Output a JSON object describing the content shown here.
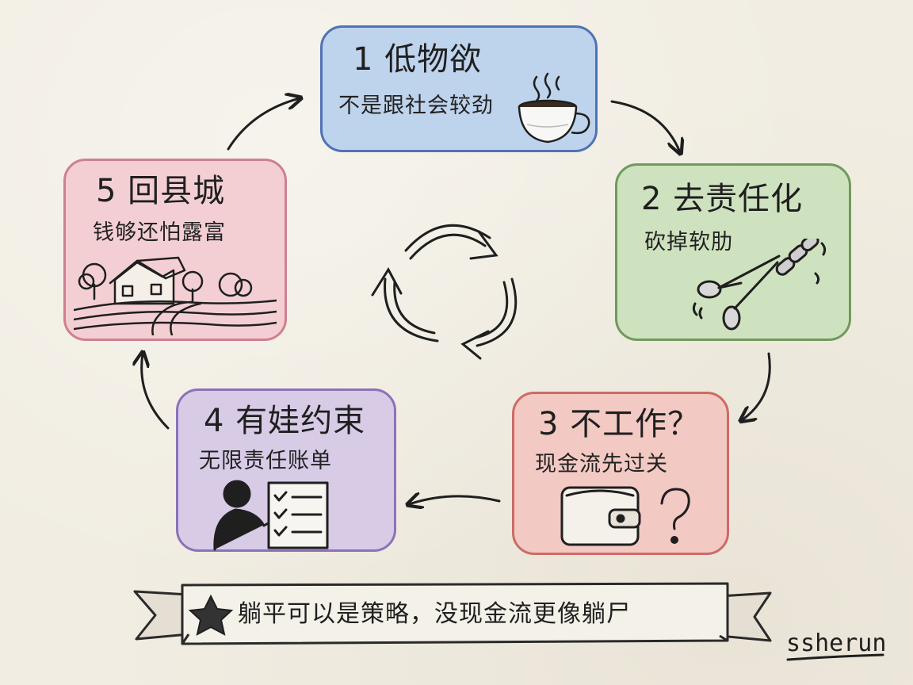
{
  "cards": [
    {
      "title": "1 低物欲",
      "subtitle": "不是跟社会较劲"
    },
    {
      "title": "2 去责任化",
      "subtitle": "砍掉软肋"
    },
    {
      "title": "3 不工作？",
      "subtitle": "现金流先过关"
    },
    {
      "title": "4 有娃约束",
      "subtitle": "无限责任账单"
    },
    {
      "title": "5 回县城",
      "subtitle": "钱够还怕露富"
    }
  ],
  "banner": {
    "text": "躺平可以是策略，没现金流更像躺尸"
  },
  "signature": "ssherun",
  "colors": {
    "card1_fill": "#bed3ec",
    "card1_border": "#4f73b4",
    "card2_fill": "#cfe2bf",
    "card2_border": "#6f9a5c",
    "card3_fill": "#f2c9c3",
    "card3_border": "#cf6a66",
    "card4_fill": "#d7cbe6",
    "card4_border": "#8c72b8",
    "card5_fill": "#f3cfd4",
    "card5_border": "#cf7f90"
  },
  "icons": [
    "steaming-cup-icon",
    "scissors-cutting-chain-icon",
    "wallet-question-icon",
    "parent-checklist-icon",
    "house-countryside-icon",
    "cycle-arrows-icon",
    "star-icon"
  ]
}
